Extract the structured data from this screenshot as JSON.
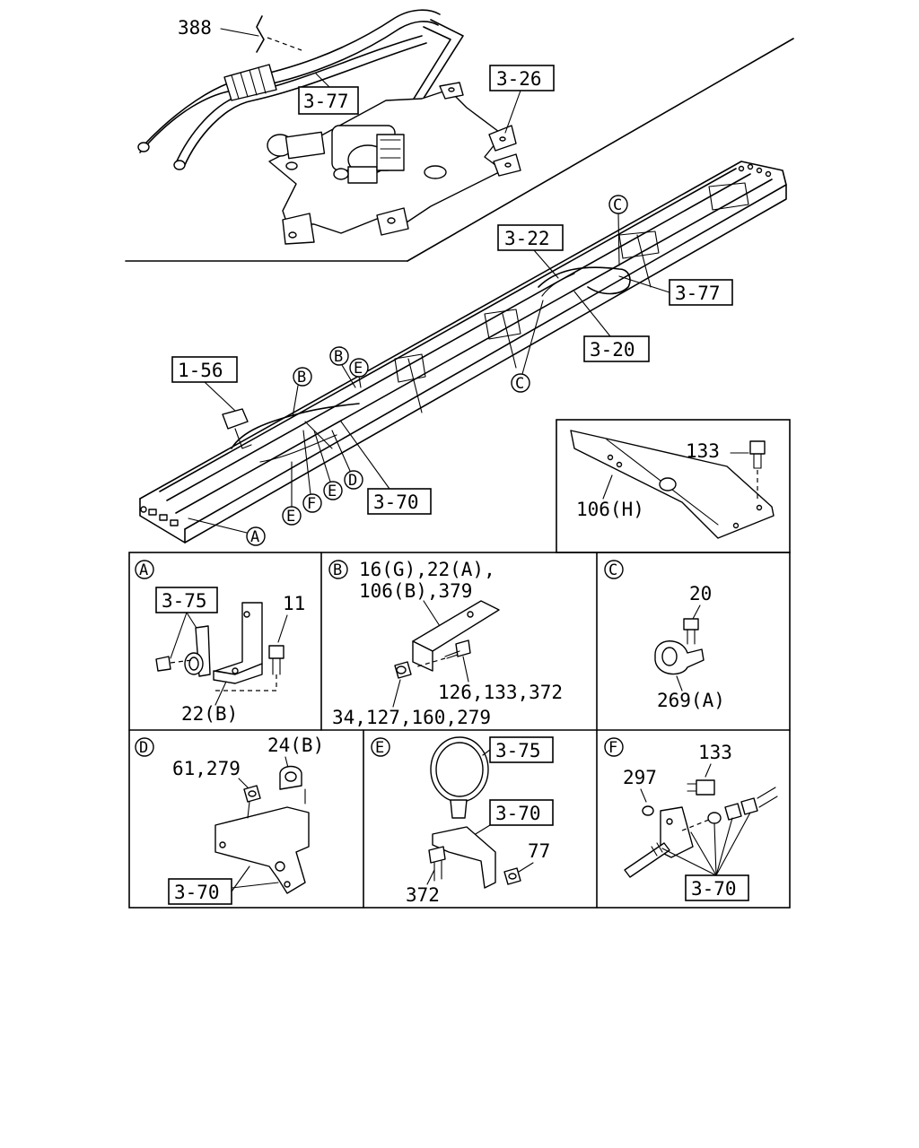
{
  "labels": {
    "p388": "388",
    "ref_3_77_top": "3-77",
    "ref_3_26": "3-26",
    "ref_3_22": "3-22",
    "ref_3_77_right": "3-77",
    "ref_3_20": "3-20",
    "ref_1_56": "1-56",
    "ref_3_70_main": "3-70",
    "p133_inset": "133",
    "p106h": "106(H)"
  },
  "callouts": {
    "A": "A",
    "B": "B",
    "C": "C",
    "D": "D",
    "E": "E",
    "F": "F"
  },
  "panels": {
    "A": {
      "letter": "A",
      "ref": "3-75",
      "p11": "11",
      "p22b": "22(B)"
    },
    "B": {
      "letter": "B",
      "line1": "16(G),22(A),",
      "line2": "106(B),379",
      "line3": "126,133,372",
      "line4": "34,127,160,279"
    },
    "C": {
      "letter": "C",
      "p20": "20",
      "p269a": "269(A)"
    },
    "D": {
      "letter": "D",
      "p24b": "24(B)",
      "p61_279": "61,279",
      "ref": "3-70"
    },
    "E": {
      "letter": "E",
      "ref_top": "3-75",
      "ref_mid": "3-70",
      "p77": "77",
      "p372": "372"
    },
    "F": {
      "letter": "F",
      "p133": "133",
      "p297": "297",
      "ref": "3-70"
    }
  }
}
